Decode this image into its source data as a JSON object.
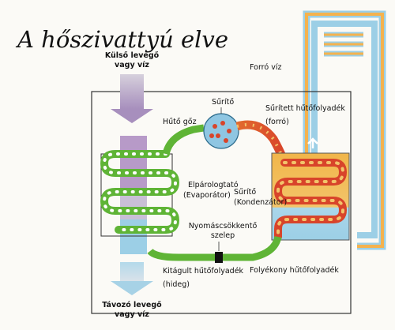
{
  "title": "A hőszivattyú elve",
  "labels": {
    "inlet_line1": "Külső levegő",
    "inlet_line2": "vagy víz",
    "outlet_line1": "Távozó levegő",
    "outlet_line2": "vagy víz",
    "hot_water": "Forró víz",
    "compressor": "Sűrítő",
    "refrigerant_vapor": "Hűtő gőz",
    "compressed_line1": "Sűrített hűtőfolyadék",
    "compressed_line2": "(forró)",
    "evaporator_line1": "Elpárologtató",
    "evaporator_line2": "(Evaporátor)",
    "condenser_line1": "Sűrítő",
    "condenser_line2": "(Kondenzátor)",
    "valve_line1": "Nyomáscsökkentő",
    "valve_line2": "szelep",
    "cold_liquid_line1": "Kitágult hűtőfolyadék",
    "cold_liquid_line2": "(hideg)",
    "liquid_refrigerant": "Folyékony hűtőfolyadék"
  },
  "colors": {
    "pipe_green": "#5fb436",
    "hot_red": "#d8442a",
    "cold_blue": "#9ccfe6",
    "inlet_purple": "#b79ac8",
    "tank_orange": "#eeaa3a"
  }
}
